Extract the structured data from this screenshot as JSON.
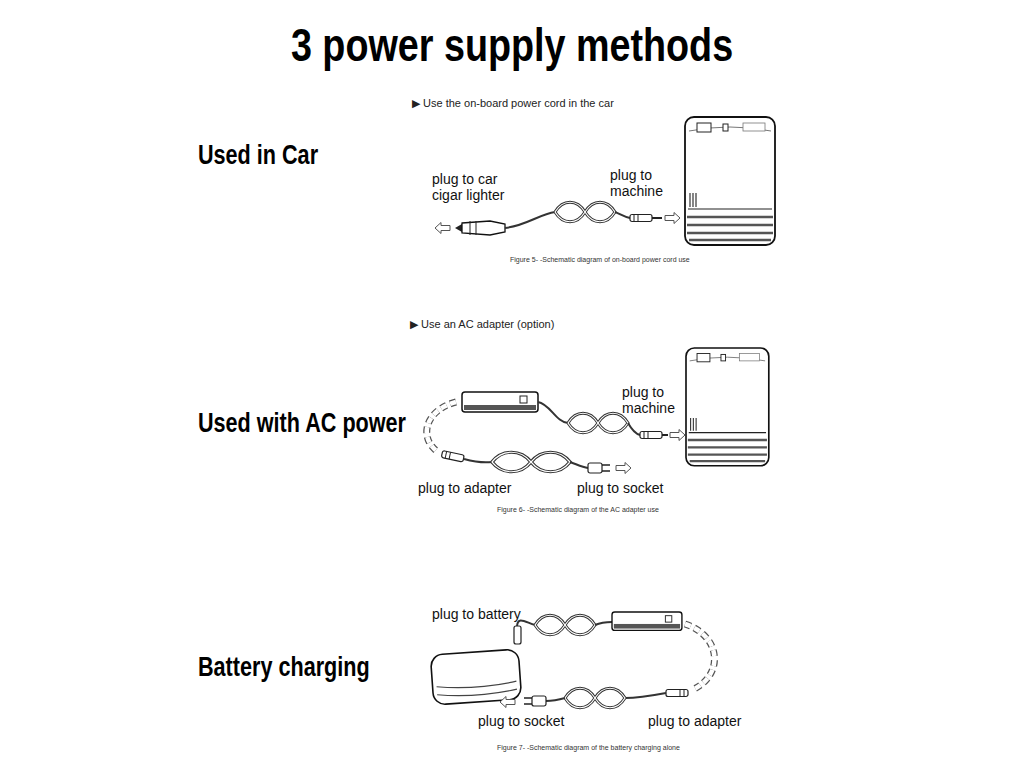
{
  "diagram": {
    "title": "3 power supply methods",
    "labels": [
      "▶ Use the on-board power cord in the car",
      "Used in Car",
      "plug to car cigar lighter",
      "plug to machine",
      "Figure 5- -Schematic diagram of on-board power cord use",
      "▶ Use an AC adapter (option)",
      "Used with AC power",
      "plug to machine",
      "plug to adapter",
      "plug to socket",
      "Figure 6- -Schematic diagram of the AC adapter use",
      "plug to battery",
      "Battery charging",
      "plug to socket",
      "plug to adapter",
      "Figure 7- -Schematic diagram of the battery charging alone"
    ]
  }
}
